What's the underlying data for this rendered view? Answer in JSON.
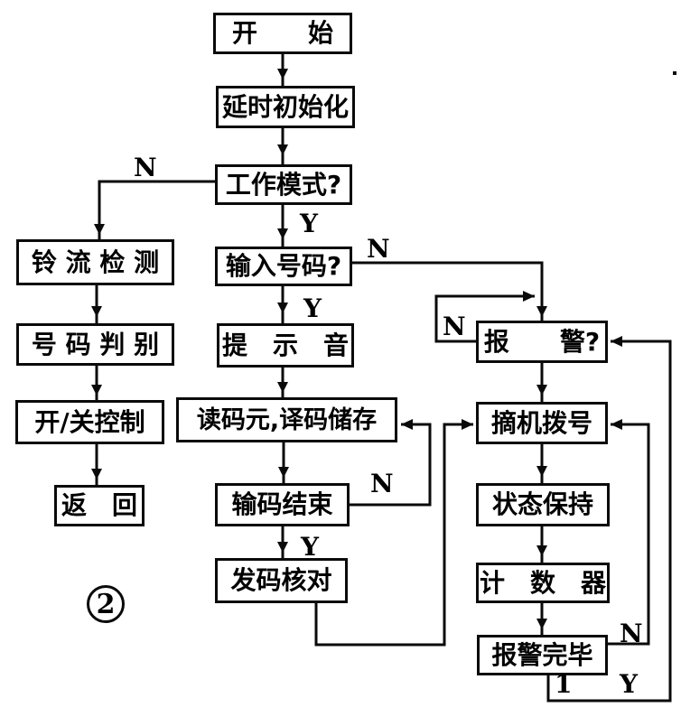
{
  "diagram": {
    "figure_number": "2",
    "nodes": {
      "start": "开　　始",
      "delay_init": "延时初始化",
      "work_mode": "工作模式?",
      "ring_detect": "铃 流 检 测",
      "number_judge": "号 码 判 别",
      "on_off_control": "开/关控制",
      "return": "返　回",
      "input_number": "输入号码?",
      "prompt_tone": "提　示　音",
      "read_code": "读码元,译码储存",
      "input_end": "输码结束",
      "send_check": "发码核对",
      "alarm_q": "报　　警?",
      "offhook_dial": "摘机拨号",
      "state_hold": "状态保持",
      "counter": "计　数　器",
      "alarm_done": "报警完毕"
    },
    "labels": {
      "n_work_mode": "N",
      "y_work_mode": "Y",
      "n_input_number": "N",
      "y_input_number": "Y",
      "n_alarm": "N",
      "n_input_end": "N",
      "y_input_end": "Y",
      "n_alarm_done": "N",
      "y_alarm_done": "Y",
      "connector_one": "1"
    }
  }
}
